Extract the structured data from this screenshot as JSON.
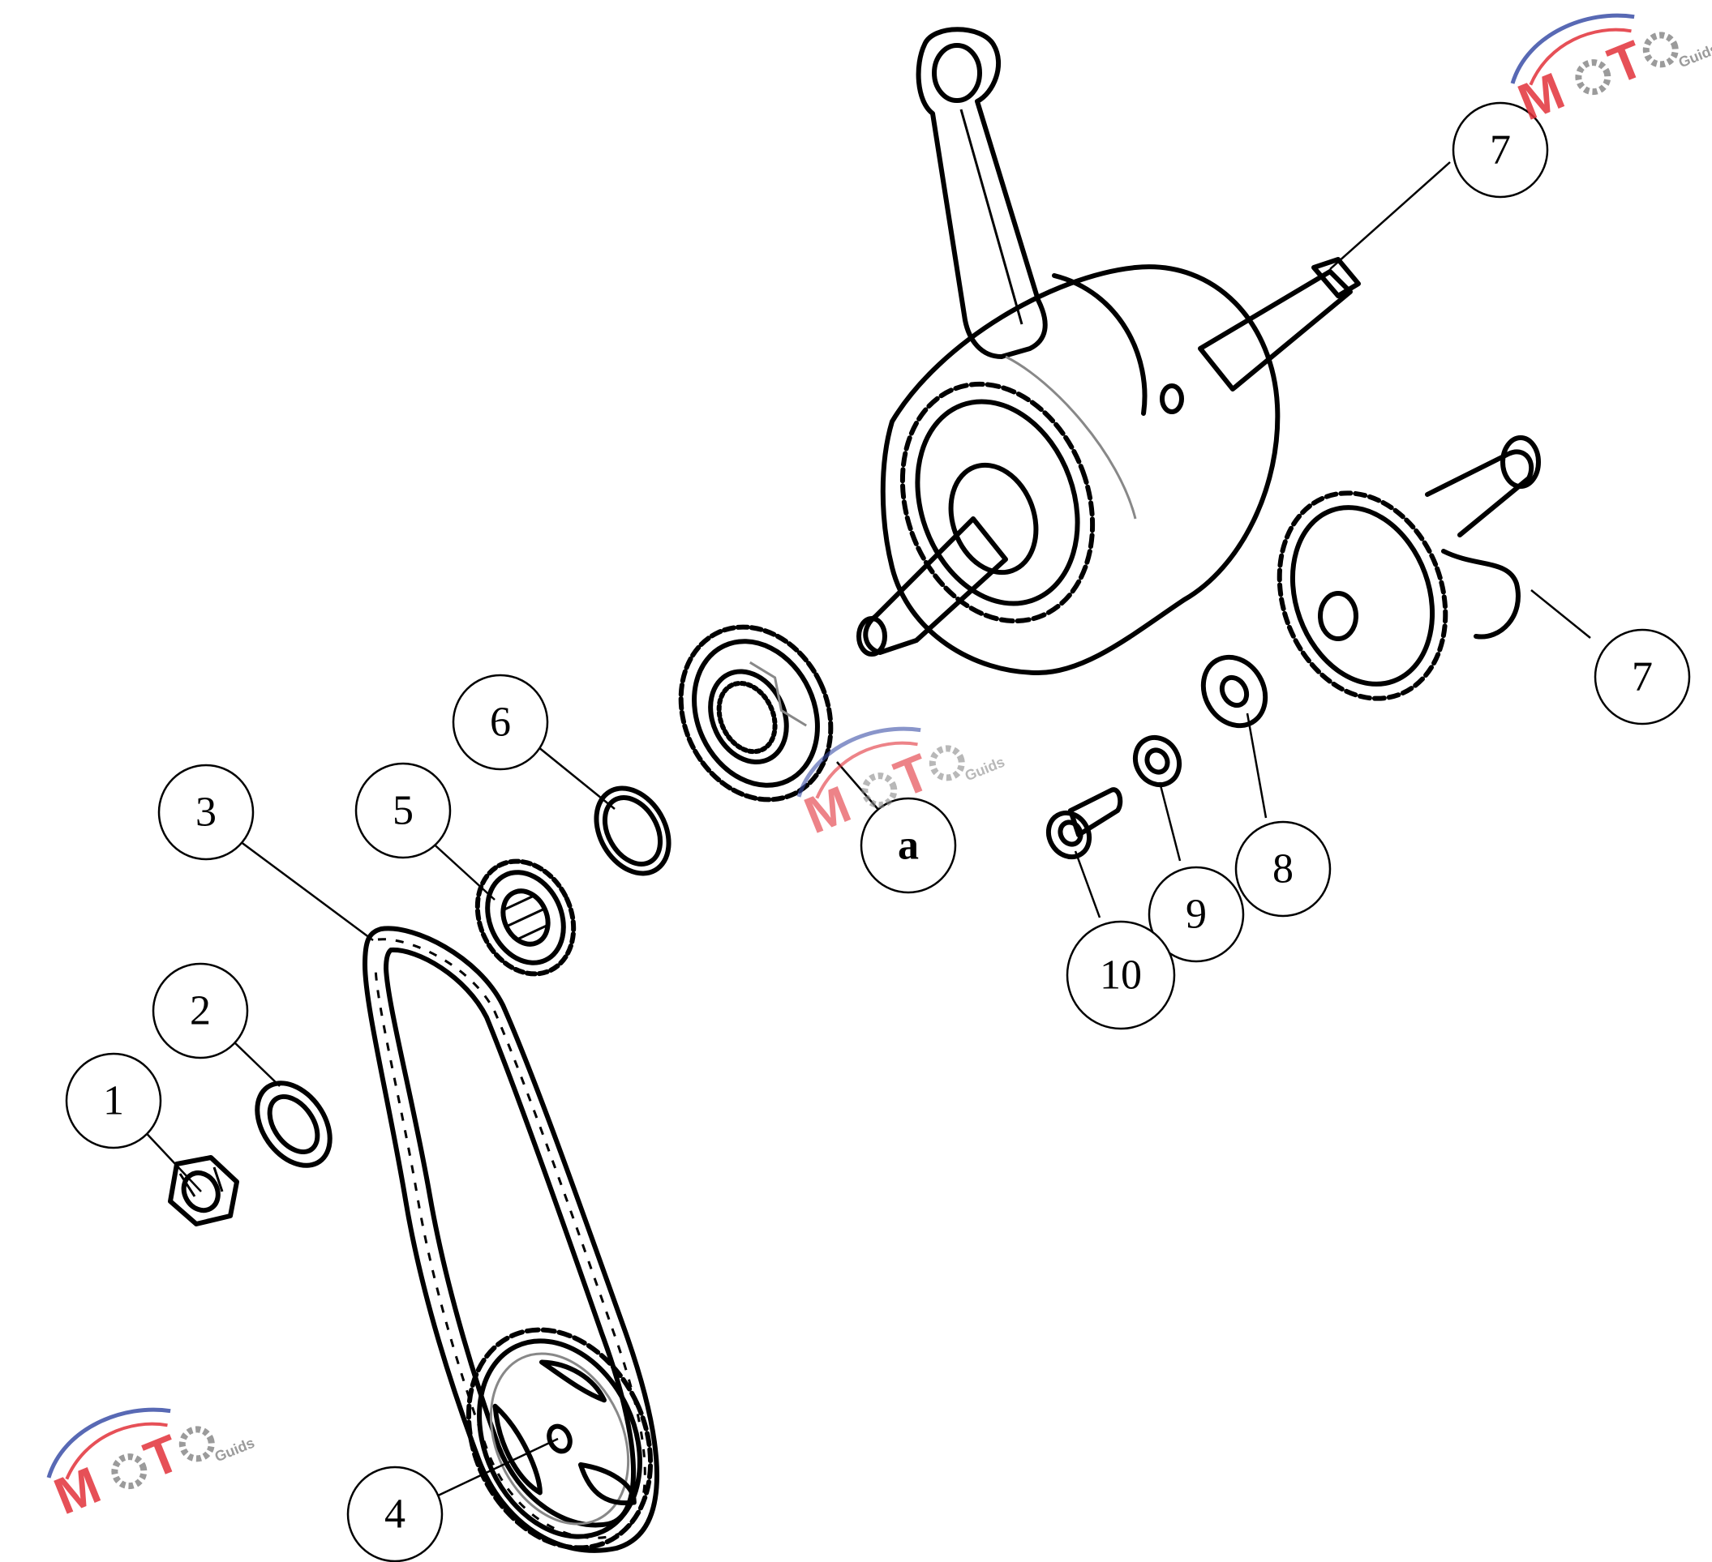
{
  "callouts": [
    {
      "id": "1",
      "label": "1",
      "bold": false
    },
    {
      "id": "2",
      "label": "2",
      "bold": false
    },
    {
      "id": "3",
      "label": "3",
      "bold": false
    },
    {
      "id": "4",
      "label": "4",
      "bold": false
    },
    {
      "id": "5",
      "label": "5",
      "bold": false
    },
    {
      "id": "6",
      "label": "6",
      "bold": false
    },
    {
      "id": "a",
      "label": "a",
      "bold": true
    },
    {
      "id": "7-top",
      "label": "7",
      "bold": false
    },
    {
      "id": "7-right",
      "label": "7",
      "bold": false
    },
    {
      "id": "8",
      "label": "8",
      "bold": false
    },
    {
      "id": "9",
      "label": "9",
      "bold": false
    },
    {
      "id": "10",
      "label": "10",
      "bold": false
    }
  ],
  "watermark": {
    "main": "MOTO",
    "sub": "Guids",
    "colors": {
      "red": "#e2323a",
      "blue": "#3b4fa8",
      "grey": "#8a8a8a"
    }
  }
}
